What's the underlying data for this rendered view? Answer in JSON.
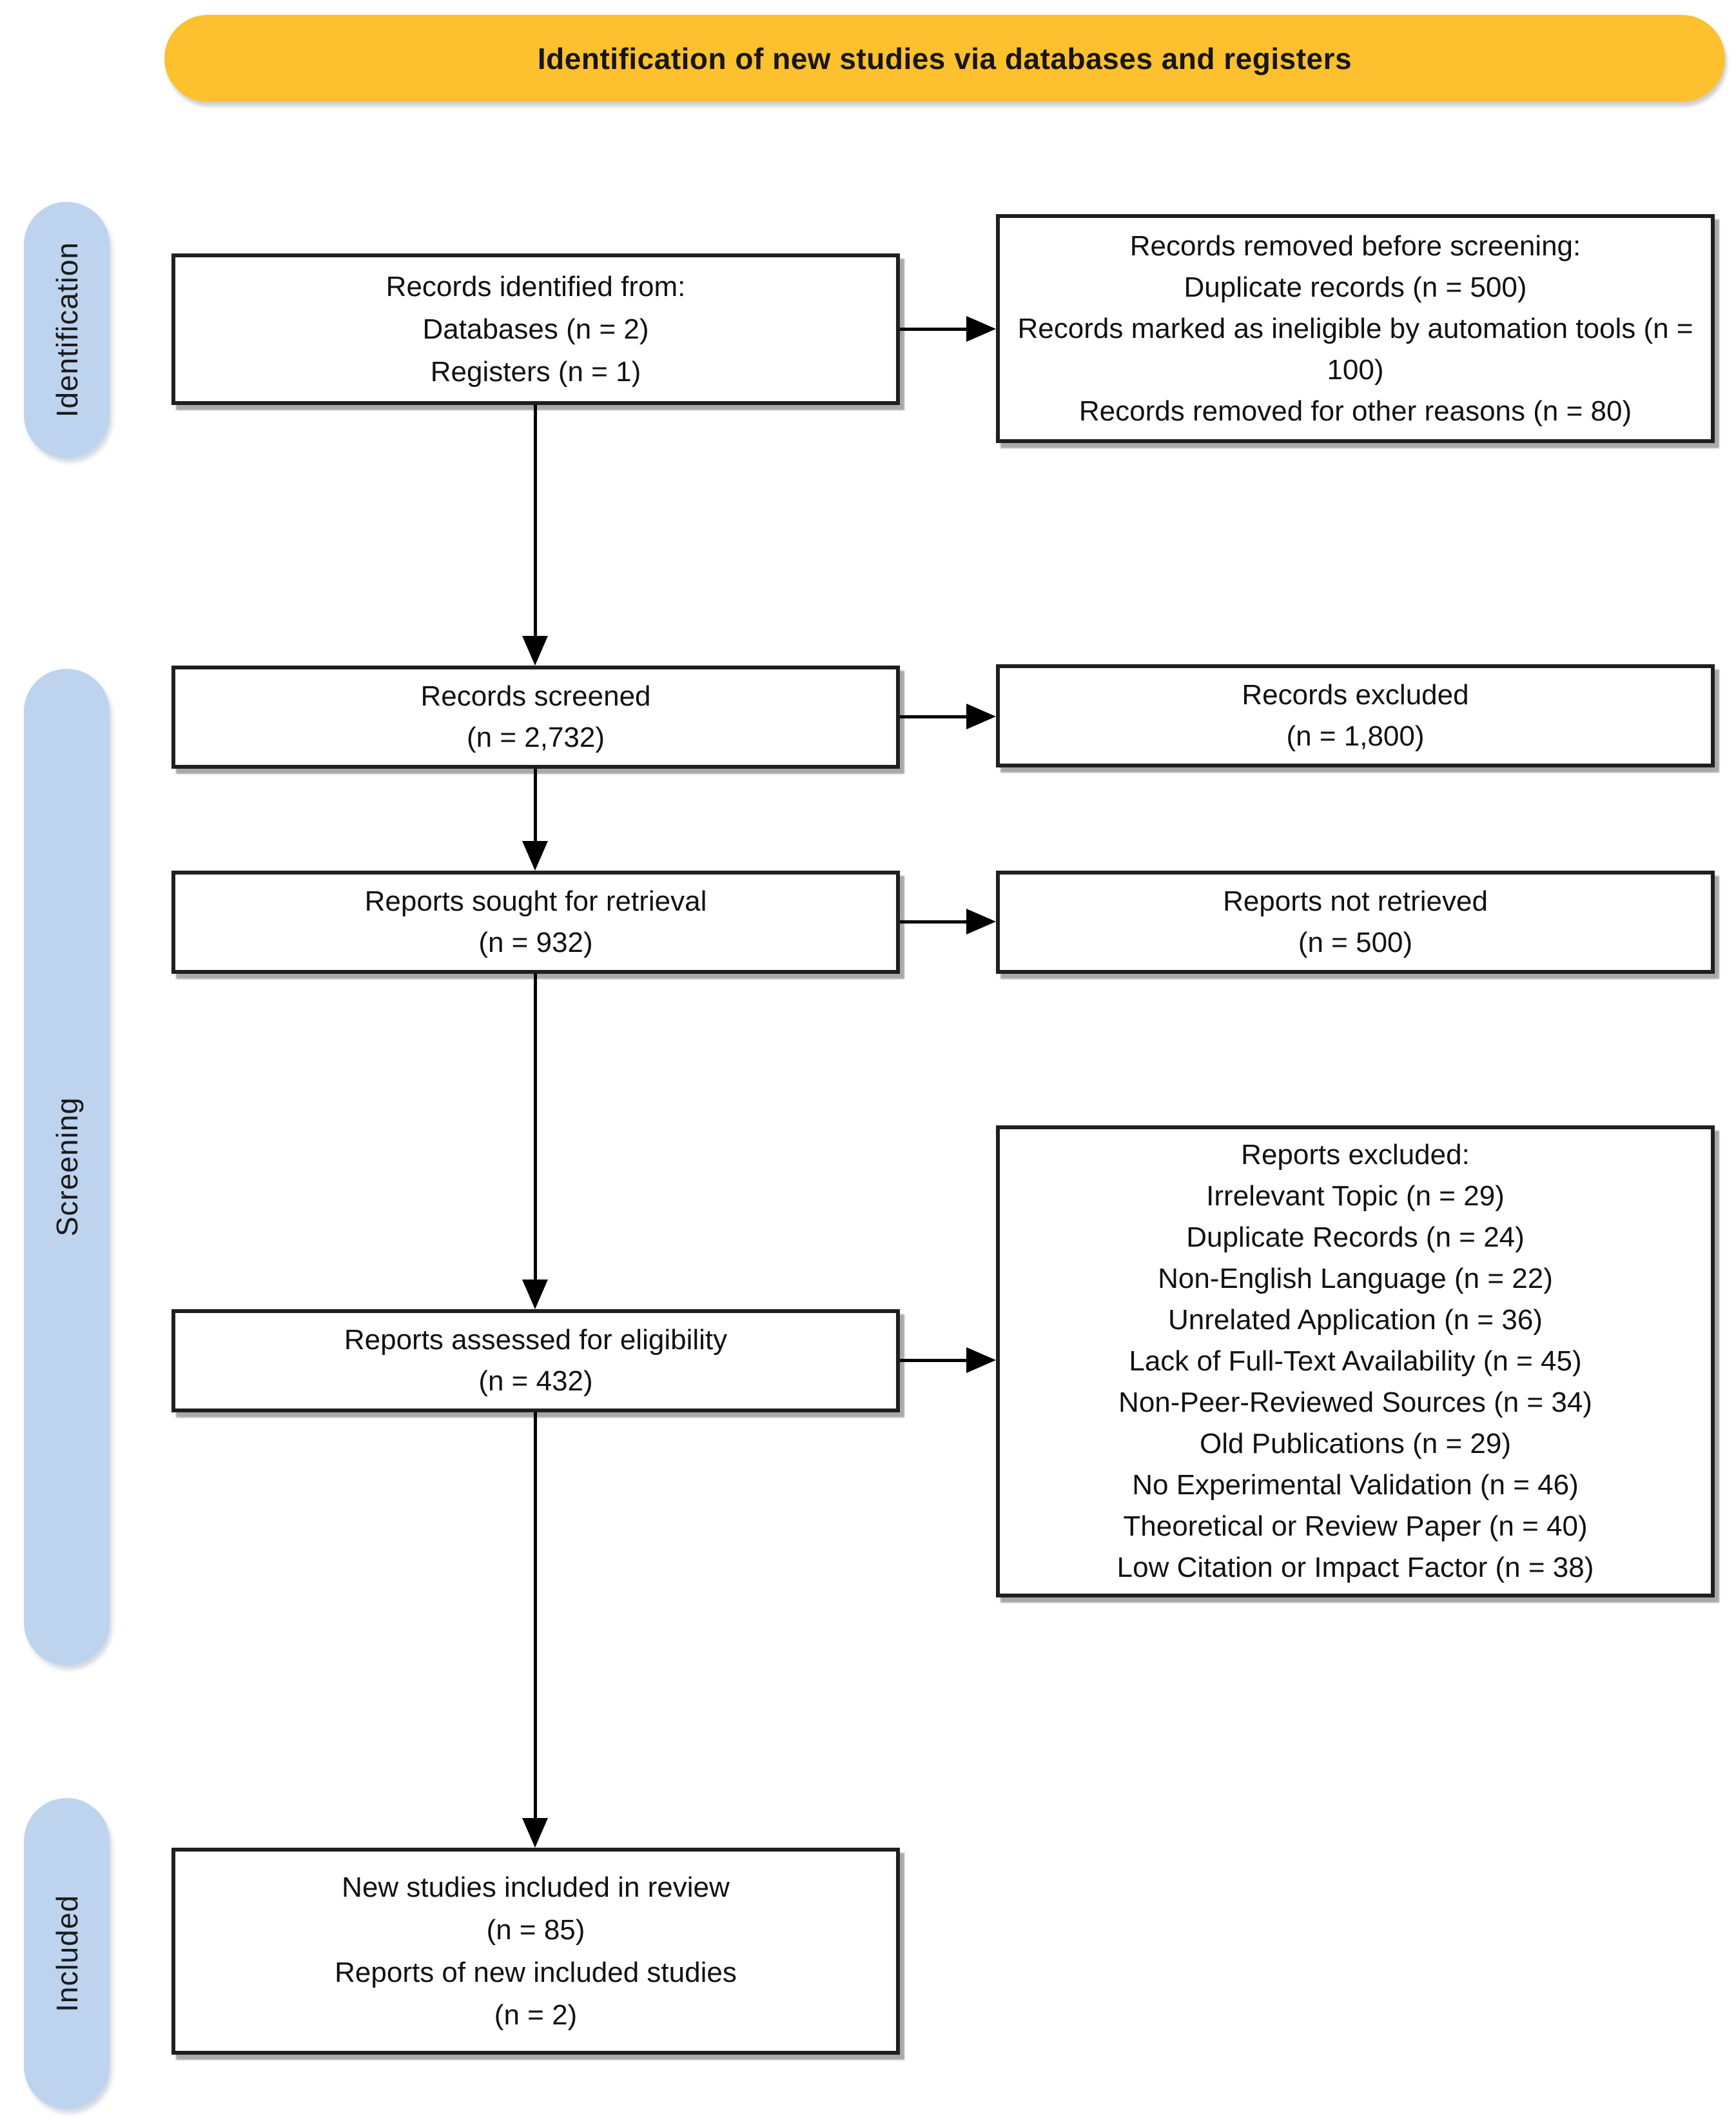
{
  "header": {
    "title": "Identification of new studies via databases and registers"
  },
  "side_labels": {
    "identification": "Identification",
    "screening": "Screening",
    "included": "Included"
  },
  "boxes": {
    "records_identified": {
      "lines": [
        "Records identified from:",
        "Databases (n = 2)",
        "Registers (n = 1)"
      ]
    },
    "records_removed": {
      "lines": [
        "Records removed before screening:",
        "Duplicate records (n = 500)",
        "Records marked as ineligible by automation tools (n = 100)",
        "Records removed for other reasons (n = 80)"
      ]
    },
    "records_screened": {
      "lines": [
        "Records screened",
        "(n = 2,732)"
      ]
    },
    "records_excluded": {
      "lines": [
        "Records excluded",
        "(n = 1,800)"
      ]
    },
    "reports_sought": {
      "lines": [
        "Reports sought for retrieval",
        "(n = 932)"
      ]
    },
    "reports_not_retrieved": {
      "lines": [
        "Reports not retrieved",
        "(n = 500)"
      ]
    },
    "reports_assessed": {
      "lines": [
        "Reports assessed for eligibility",
        "(n = 432)"
      ]
    },
    "reports_excluded": {
      "lines": [
        "Reports excluded:",
        "Irrelevant Topic (n = 29)",
        "Duplicate Records (n = 24)",
        "Non-English Language (n = 22)",
        "Unrelated Application (n = 36)",
        "Lack of Full-Text Availability (n = 45)",
        "Non-Peer-Reviewed Sources (n = 34)",
        "Old Publications (n = 29)",
        "No Experimental Validation (n = 46)",
        "Theoretical or Review Paper (n = 40)",
        "Low Citation or Impact Factor (n = 38)"
      ]
    },
    "new_studies_included": {
      "lines": [
        "New studies included in review",
        "(n = 85)",
        "Reports of new included studies",
        "(n = 2)"
      ]
    }
  },
  "colors": {
    "header_bg": "#FDC02E",
    "side_label_bg": "#BDD3EE",
    "box_bg": "#FFFFFF",
    "box_border": "#1F1F1F",
    "arrow": "#000000",
    "text": "#111111"
  }
}
